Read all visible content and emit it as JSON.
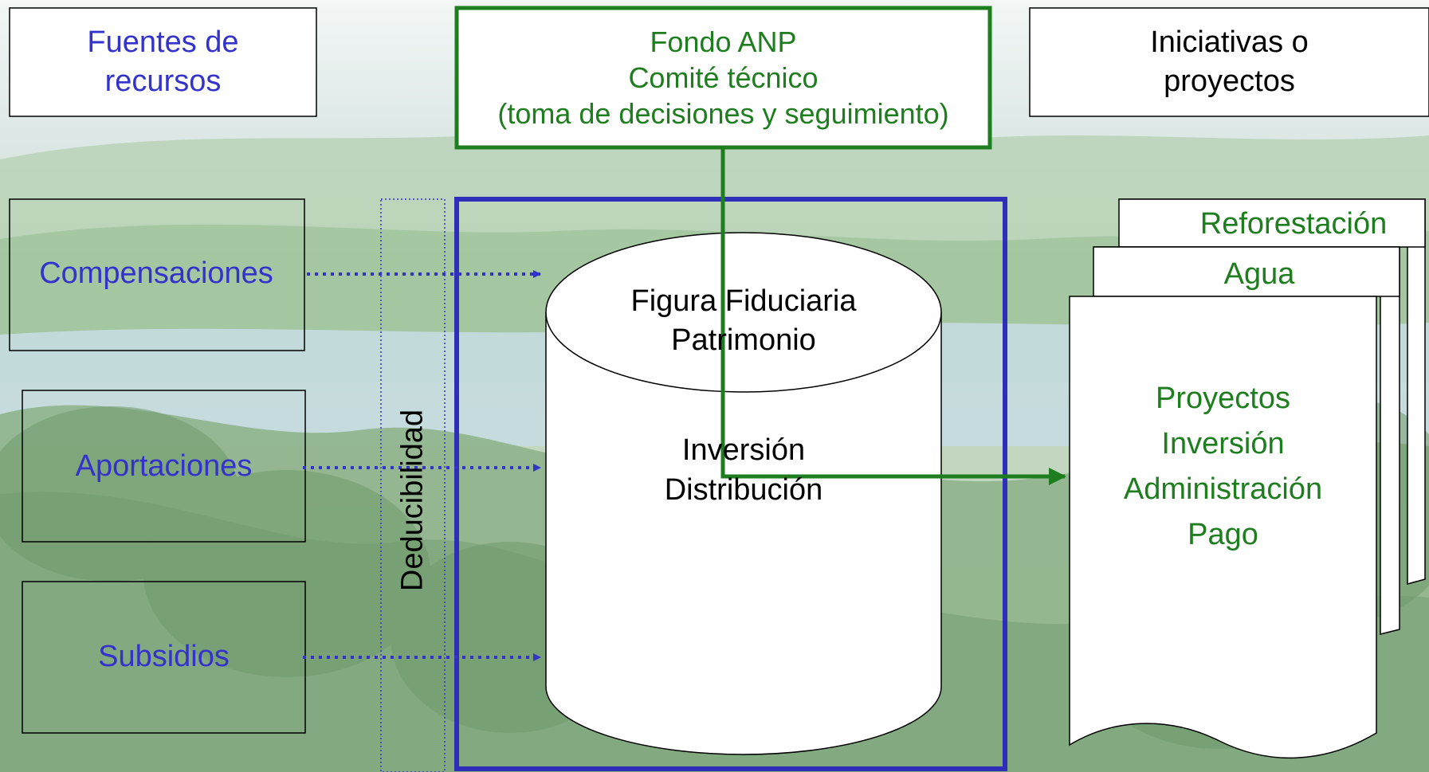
{
  "header": {
    "sources_title": [
      "Fuentes de",
      "recursos"
    ],
    "fund_title": [
      "Fondo ANP",
      "Comité técnico",
      "(toma de decisiones y seguimiento)"
    ],
    "initiatives_title": [
      "Iniciativas o",
      "proyectos"
    ]
  },
  "sources": [
    "Compensaciones",
    "Aportaciones",
    "Subsidios"
  ],
  "deductibility_label": "Deducibilidad",
  "trust": {
    "top": [
      "Figura Fiduciaria",
      "Patrimonio"
    ],
    "body": [
      "Inversión",
      "Distribución"
    ]
  },
  "projects": {
    "back_labels": [
      "Reforestación",
      "Agua"
    ],
    "front": [
      "Proyectos",
      "Inversión",
      "Administración",
      "Pago"
    ]
  },
  "colors": {
    "blue_text": "#3333cc",
    "blue_frame": "#2e2eb8",
    "green": "#1e7d1e",
    "dotted_arrow": "#3333cc"
  }
}
